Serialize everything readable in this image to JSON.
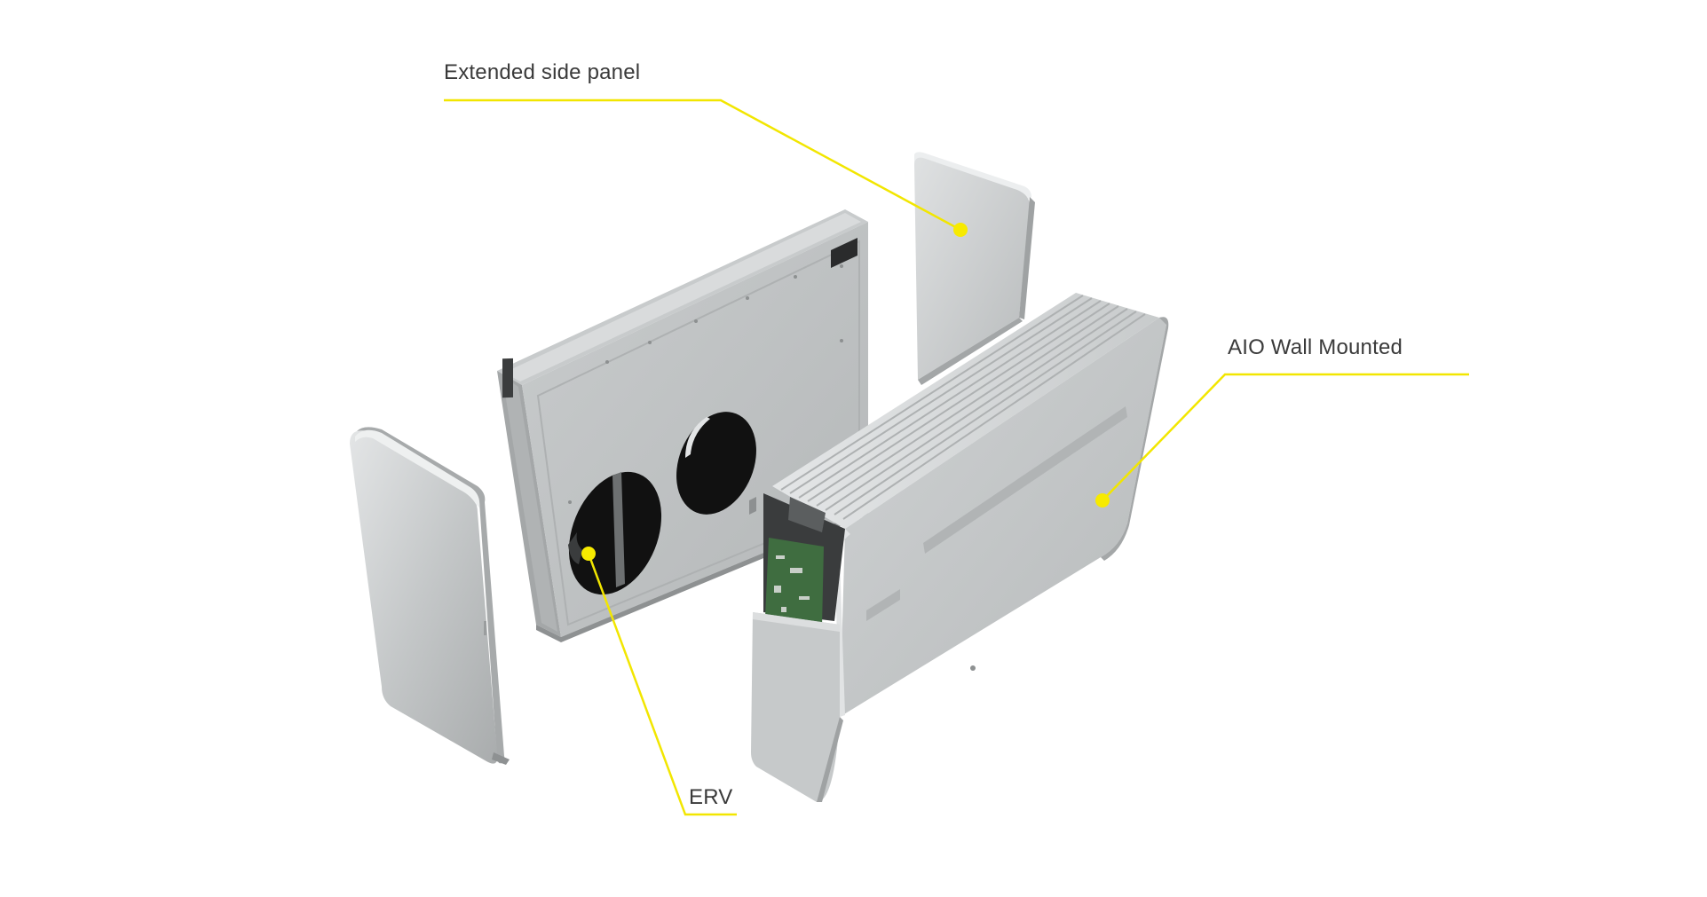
{
  "diagram": {
    "callouts": [
      {
        "id": "side-panel",
        "label": "Extended side panel"
      },
      {
        "id": "aio",
        "label": "AIO Wall Mounted"
      },
      {
        "id": "erv",
        "label": "ERV"
      }
    ]
  },
  "colors": {
    "leader_line": "#f2e600",
    "dot": "#f7ea00",
    "label_text": "#3a3a3a",
    "metal_light": "#d8dadb",
    "metal_mid": "#bfc2c3",
    "metal_dark": "#9da0a1",
    "duct_interior": "#121212",
    "pcb": "#3d6b3e"
  },
  "icons": [
    "callout-dot"
  ]
}
